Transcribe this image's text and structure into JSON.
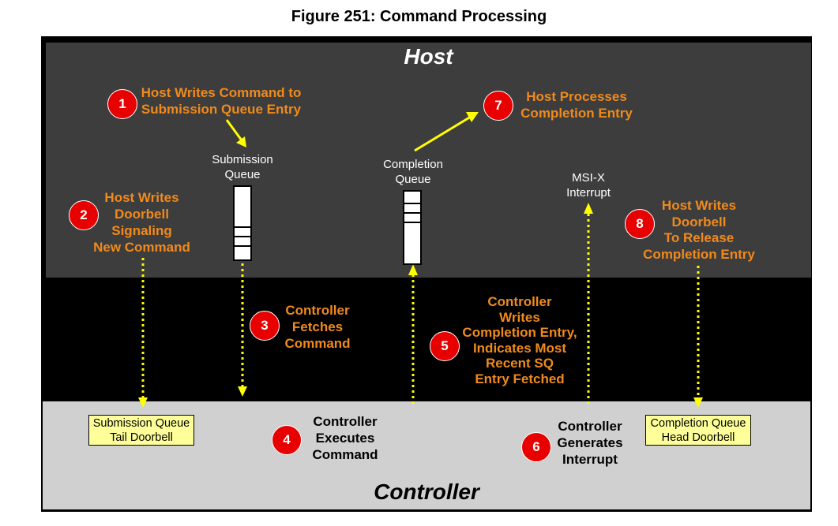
{
  "title": "Figure 251: Command Processing",
  "regions": {
    "host": "Host",
    "controller": "Controller"
  },
  "queues": {
    "submission": [
      "Submission",
      "Queue"
    ],
    "completion": [
      "Completion",
      "Queue"
    ],
    "msix": [
      "MSI-X",
      "Interrupt"
    ]
  },
  "steps": {
    "s1": {
      "num": "1",
      "lines": [
        "Host Writes Command to",
        "Submission Queue Entry"
      ]
    },
    "s2": {
      "num": "2",
      "lines": [
        "Host Writes",
        "Doorbell",
        "Signaling",
        "New Command"
      ]
    },
    "s3": {
      "num": "3",
      "lines": [
        "Controller",
        "Fetches",
        "Command"
      ]
    },
    "s4": {
      "num": "4",
      "lines": [
        "Controller",
        "Executes",
        "Command"
      ]
    },
    "s5": {
      "num": "5",
      "lines": [
        "Controller",
        "Writes",
        "Completion Entry,",
        "Indicates Most",
        "Recent SQ",
        "Entry Fetched"
      ]
    },
    "s6": {
      "num": "6",
      "lines": [
        "Controller",
        "Generates",
        "Interrupt"
      ]
    },
    "s7": {
      "num": "7",
      "lines": [
        "Host Processes",
        "Completion Entry"
      ]
    },
    "s8": {
      "num": "8",
      "lines": [
        "Host Writes",
        "Doorbell",
        "To Release",
        "Completion Entry"
      ]
    }
  },
  "doorbells": {
    "sq_tail": [
      "Submission Queue",
      "Tail Doorbell"
    ],
    "cq_head": [
      "Completion Queue",
      "Head Doorbell"
    ]
  },
  "colors": {
    "host_bg": "#3d3d3d",
    "controller_bg": "#d0d0d0",
    "step_text": "#f08a1c",
    "step_circle": "#e80000",
    "arrow": "#ffff00",
    "doorbell_fill": "#ffff99"
  }
}
